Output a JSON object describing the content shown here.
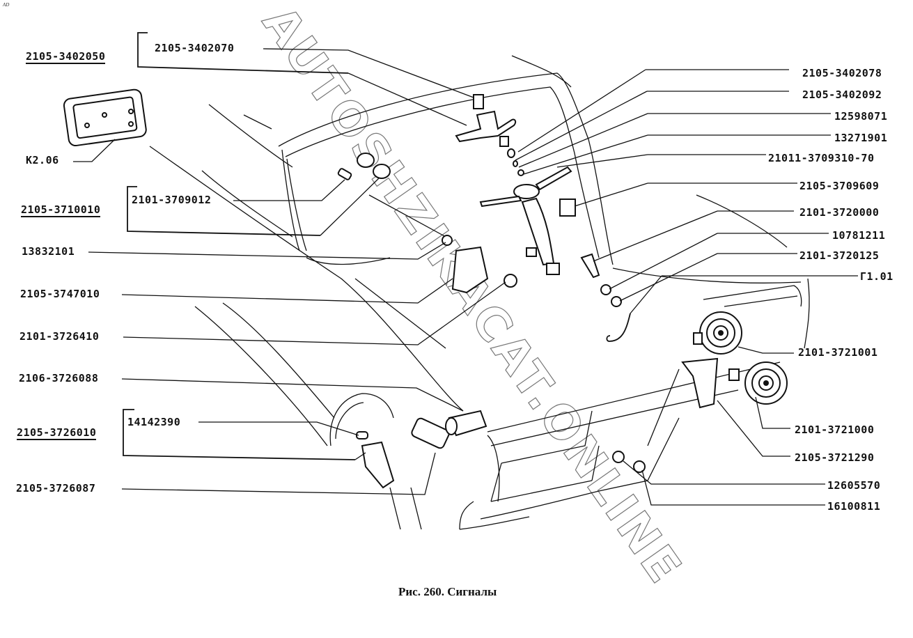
{
  "corner_mark": "AD",
  "caption": "Рис. 260. Сигналы",
  "watermark": "AUTOSHZIKACAT.ONLINE",
  "groups": [
    {
      "id": "g1",
      "assembly": "2105-3402050",
      "members": [
        "2105-3402070"
      ]
    },
    {
      "id": "g2",
      "assembly": "2105-3710010",
      "members": [
        "2101-3709012"
      ]
    },
    {
      "id": "g3",
      "assembly": "2105-3726010",
      "members": [
        "14142390"
      ]
    }
  ],
  "labels_left": [
    {
      "text": "2105-3402050",
      "assembly": true
    },
    {
      "text": "2105-3402070",
      "assembly": false
    },
    {
      "text": "K2.06",
      "assembly": false
    },
    {
      "text": "2105-3710010",
      "assembly": true
    },
    {
      "text": "2101-3709012",
      "assembly": false
    },
    {
      "text": "13832101",
      "assembly": false
    },
    {
      "text": "2105-3747010",
      "assembly": false
    },
    {
      "text": "2101-3726410",
      "assembly": false
    },
    {
      "text": "2106-3726088",
      "assembly": false
    },
    {
      "text": "2105-3726010",
      "assembly": true
    },
    {
      "text": "14142390",
      "assembly": false
    },
    {
      "text": "2105-3726087",
      "assembly": false
    }
  ],
  "labels_right": [
    {
      "text": "2105-3402078"
    },
    {
      "text": "2105-3402092"
    },
    {
      "text": "12598071"
    },
    {
      "text": "13271901"
    },
    {
      "text": "21011-3709310-70"
    },
    {
      "text": "2105-3709609"
    },
    {
      "text": "2101-3720000"
    },
    {
      "text": "10781211"
    },
    {
      "text": "2101-3720125"
    },
    {
      "text": "Г1.01"
    },
    {
      "text": "2101-3721001"
    },
    {
      "text": "2101-3721000"
    },
    {
      "text": "2105-3721290"
    },
    {
      "text": "12605570"
    },
    {
      "text": "16100811"
    }
  ]
}
